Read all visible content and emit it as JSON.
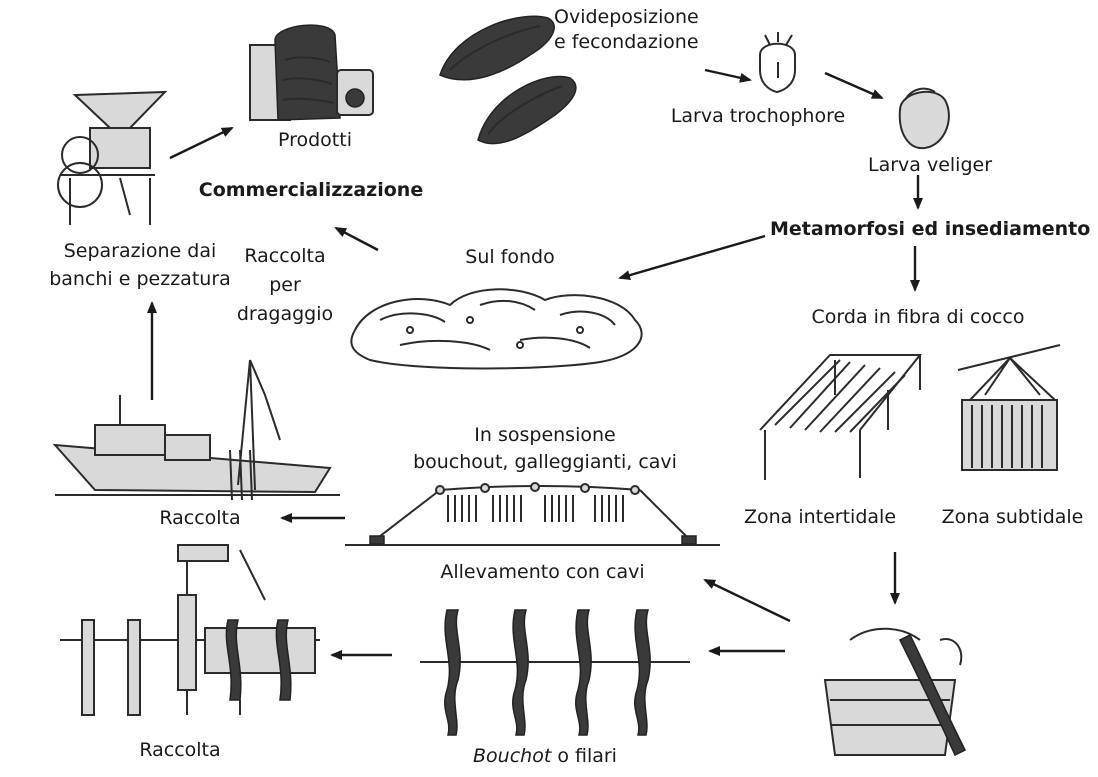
{
  "labels": {
    "ovideposizione": "Ovideposizione\ne fecondazione",
    "larva_trochophore": "Larva trochophore",
    "larva_veliger": "Larva veliger",
    "metamorfosi": "Metamorfosi ed insediamento",
    "corda": "Corda in fibra di cocco",
    "zona_intertidale": "Zona intertidale",
    "zona_subtidale": "Zona subtidale",
    "prodotti": "Prodotti",
    "commercializzazione": "Commercializzazione",
    "separazione": "Separazione dai\nbanchi e pezzatura",
    "raccolta_dragaggio": "Raccolta\nper\ndragaggio",
    "sul_fondo": "Sul fondo",
    "sospensione": "In sospensione\nbouchout, galleggianti, cavi",
    "raccolta_barca": "Raccolta",
    "allevamento_cavi": "Allevamento con cavi",
    "raccolta_pali": "Raccolta",
    "bouchot_italic": "Bouchot",
    "bouchot_rest": " o filari"
  }
}
